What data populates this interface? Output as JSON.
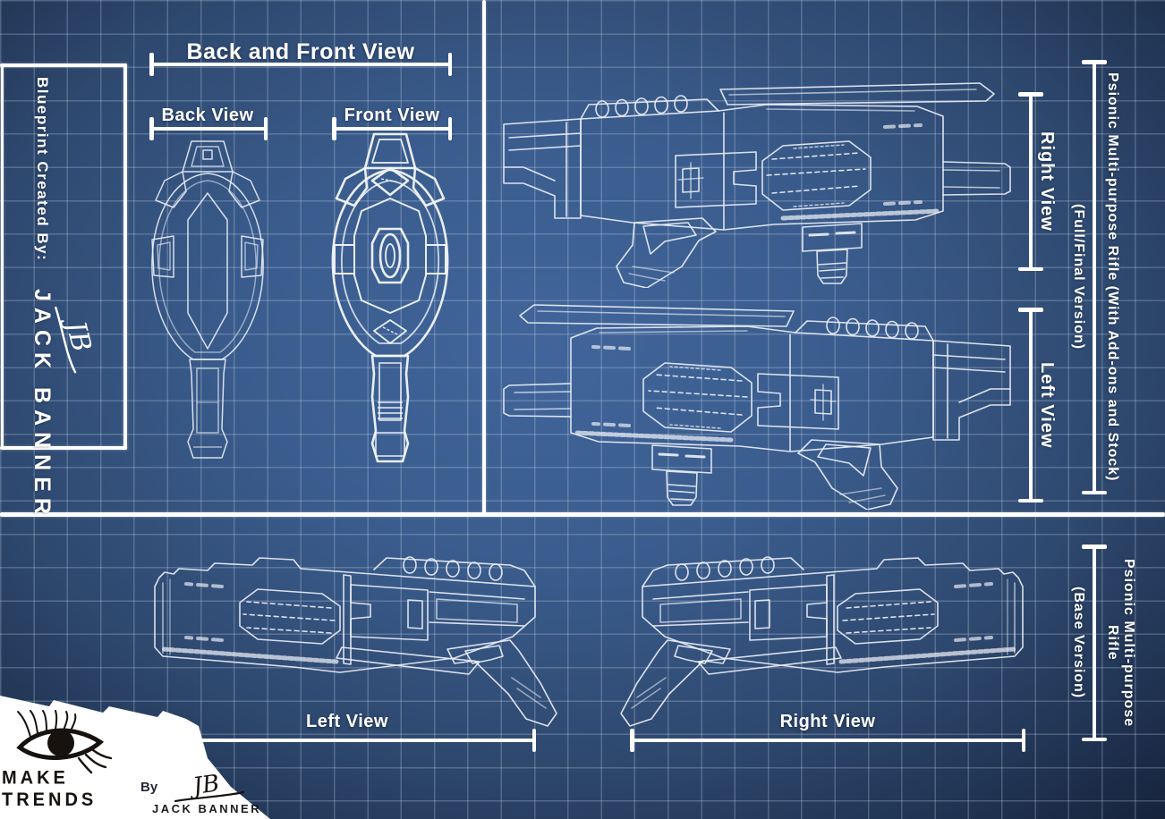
{
  "sidebar": {
    "created_by": "Blueprint Created By:",
    "author": "JACK BANNER",
    "signature": "JB"
  },
  "sections": {
    "back_front": {
      "title": "Back and Front View",
      "back_label": "Back View",
      "front_label": "Front View"
    },
    "full_version": {
      "right_view_label": "Right View",
      "left_view_label": "Left View",
      "name": "Psionic Multi-purpose Rifle (With Add-ons and Stock)",
      "version": "(Full/Final Version)"
    },
    "base_version": {
      "left_view_label": "Left View",
      "right_view_label": "Right View",
      "name": "Psionic Multi-purpose Rifle",
      "version": "(Base Version)"
    }
  },
  "logo": {
    "brand": "MAKE TRENDS",
    "by_label": "By",
    "signature": "JB",
    "author": "JACK BANNER"
  },
  "colors": {
    "background_center": "#41659b",
    "background_edge": "#16223a",
    "grid_line": "#8fa3bf",
    "structural_line": "#ffffff",
    "drawing_line": "#e9eef6",
    "ribbon": "#ffffff",
    "ink": "#17120e"
  }
}
